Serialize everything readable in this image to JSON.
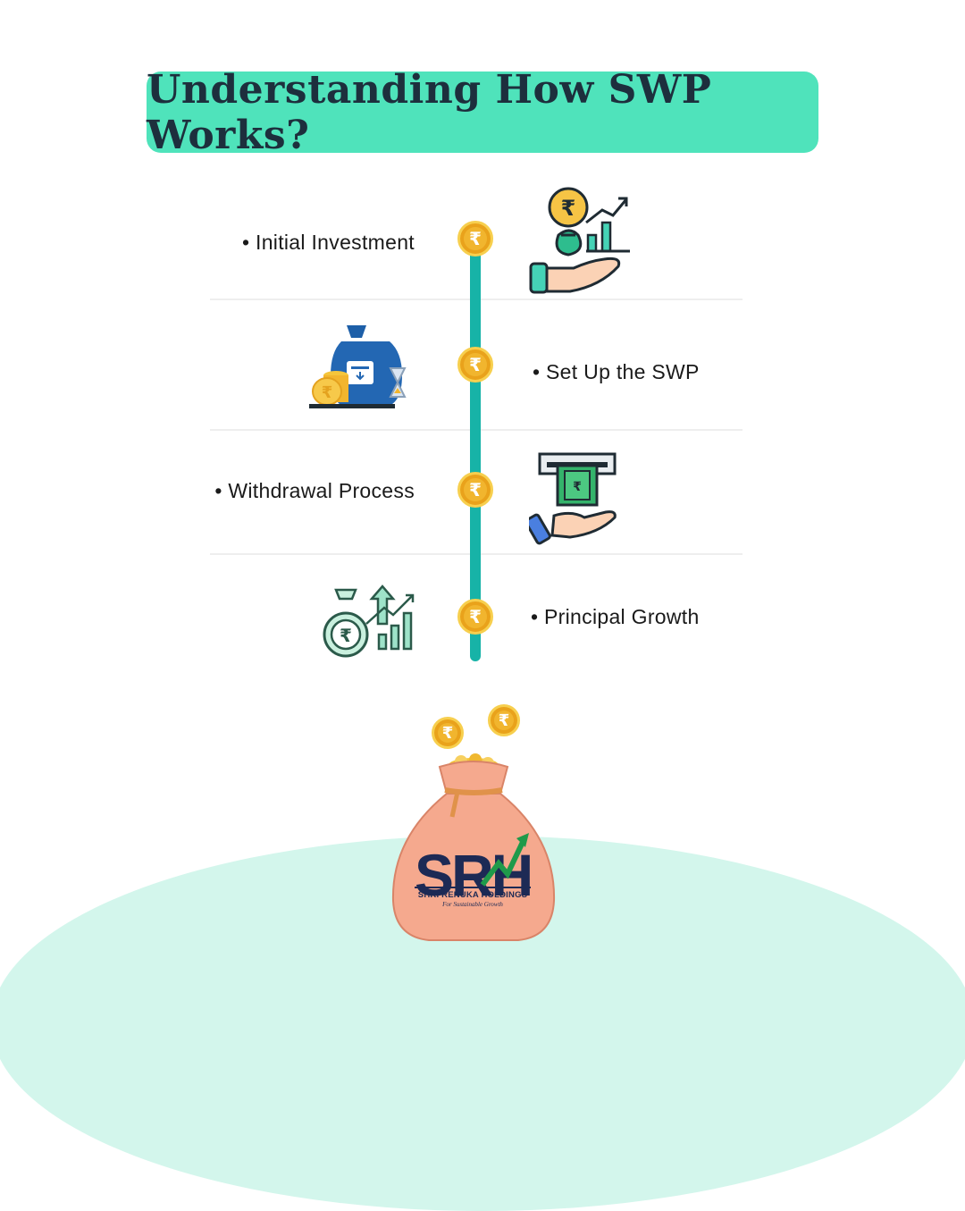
{
  "title": "Understanding How SWP Works?",
  "steps": [
    {
      "label": "• Initial Investment",
      "icon": "investment-hand-icon"
    },
    {
      "label": "• Set Up the SWP",
      "icon": "money-bag-hourglass-icon"
    },
    {
      "label": "• Withdrawal Process",
      "icon": "atm-cash-withdrawal-icon"
    },
    {
      "label": "• Principal Growth",
      "icon": "growth-chart-money-bag-icon"
    }
  ],
  "coin_symbol": "₹",
  "brand": {
    "logo_text": "SRH",
    "name": "SHRI RENUKA HOLDINGS",
    "tagline": "For Sustainable Growth"
  },
  "colors": {
    "title_bg": "#4fe3bb",
    "timeline": "#17b3a7",
    "coin": "#f1b52e",
    "mound": "#d3f6ec",
    "bag": "#f5a98e"
  }
}
